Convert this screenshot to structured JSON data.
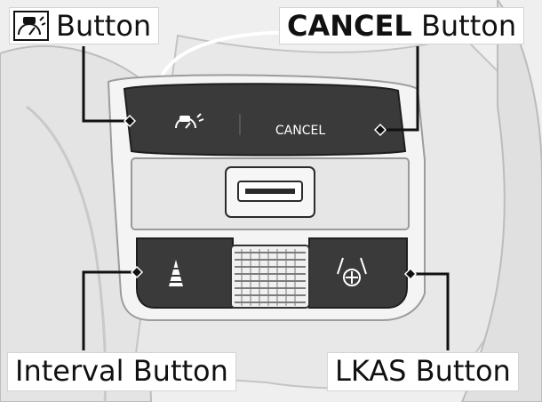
{
  "callouts": {
    "acc_button_suffix": "Button",
    "cancel_bold": "CANCEL",
    "cancel_suffix": " Button",
    "interval_label": "Interval Button",
    "lkas_label": "LKAS Button"
  },
  "wheel_buttons": {
    "cancel_text": "CANCEL"
  },
  "icons": [
    "acc-speedometer-icon",
    "interval-icon",
    "lkas-icon",
    "thumb-roller-wheel"
  ],
  "colors": {
    "background": "#efefef",
    "panel_dark": "#3a3a3a",
    "callout_bg": "#ffffff",
    "leader_line": "#111111"
  }
}
